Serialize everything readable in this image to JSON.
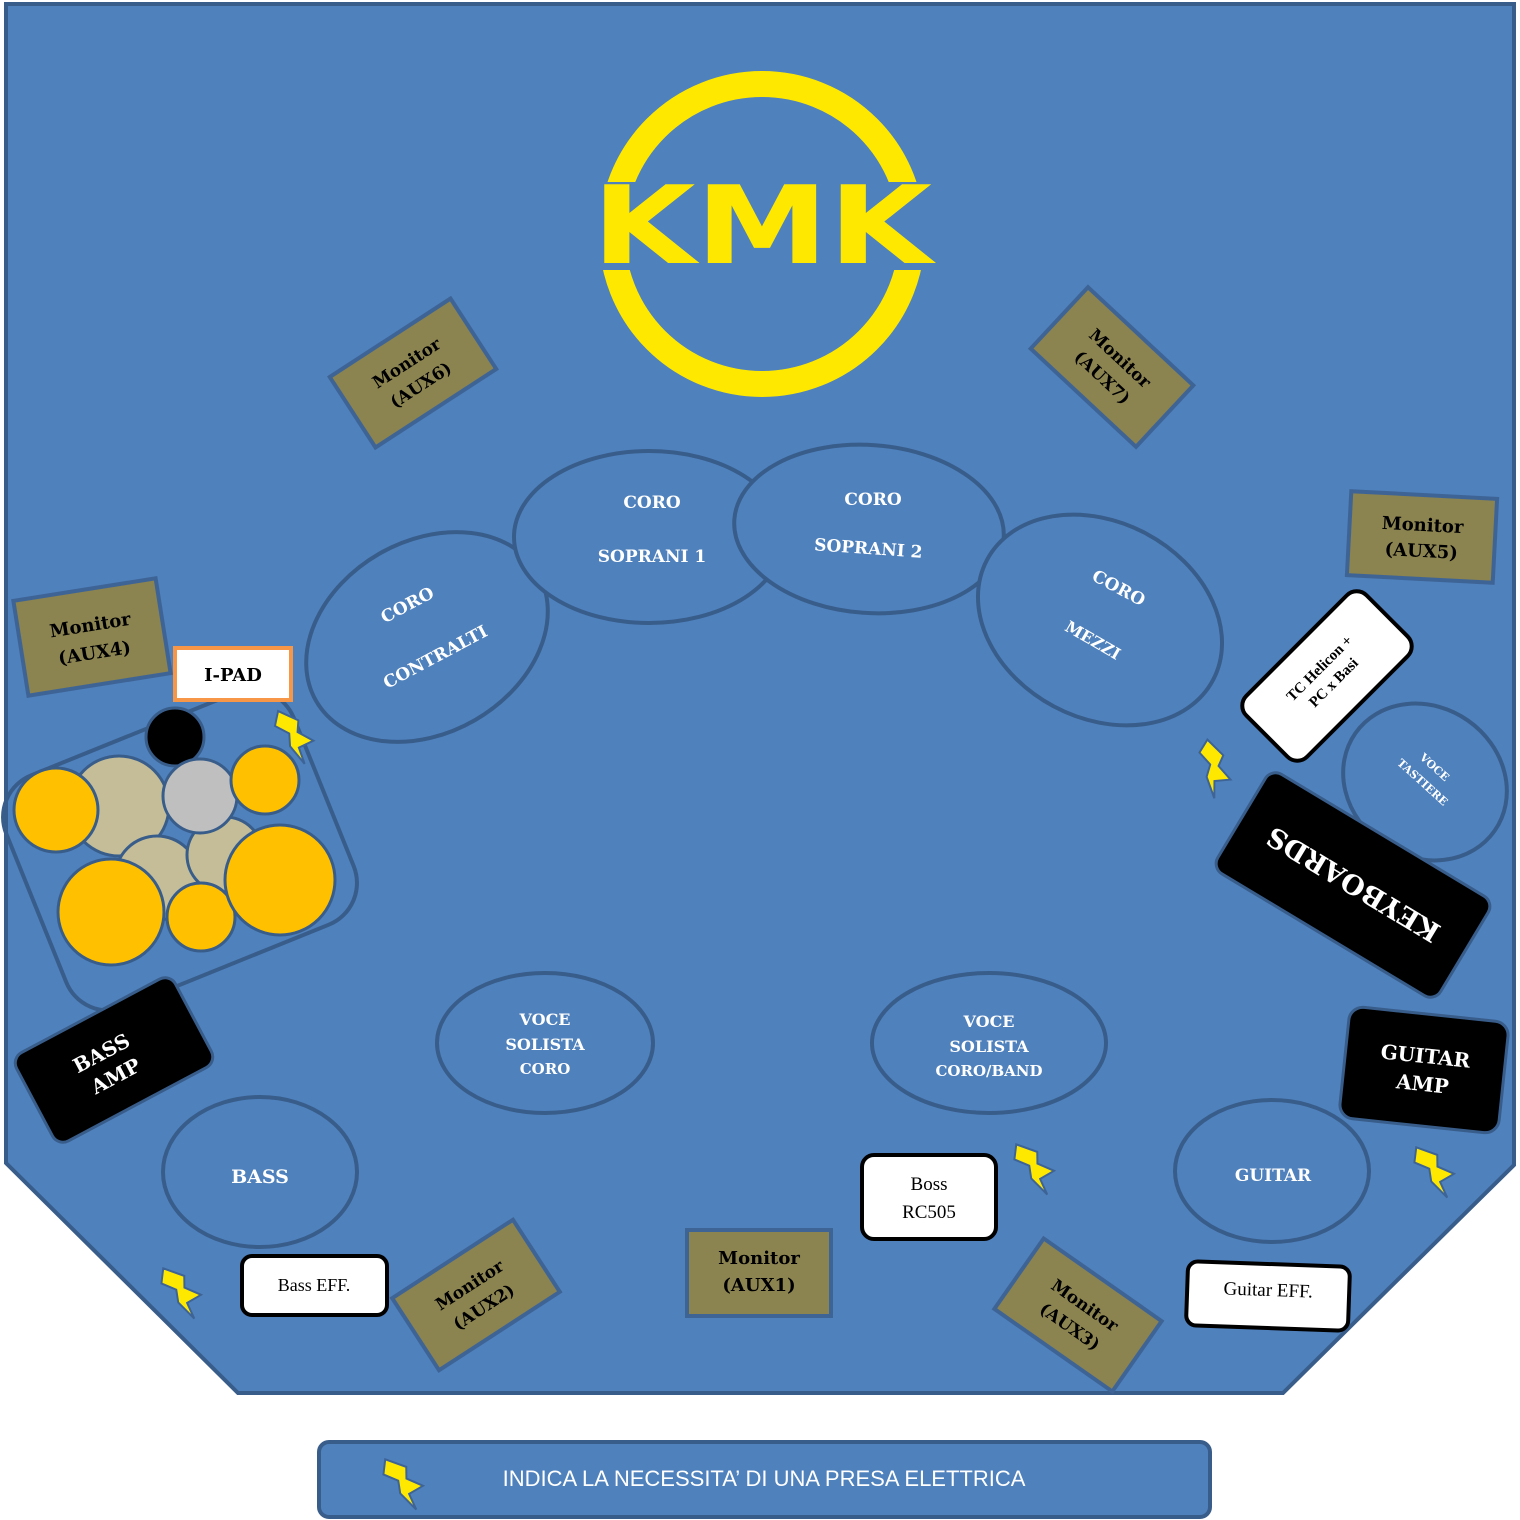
{
  "logo": {
    "text": "KMK",
    "color": "#FFE800"
  },
  "colors": {
    "stage": "#4F81BD",
    "stage_border": "#385D8A",
    "monitor": "#8B8350",
    "bolt": "#FFE800",
    "drum_orange": "#FFC000",
    "drum_tan": "#C4BD97",
    "drum_grey": "#BFBFBF"
  },
  "monitors": {
    "aux1": {
      "line1": "Monitor",
      "line2": "(AUX1)"
    },
    "aux2": {
      "line1": "Monitor",
      "line2": "(AUX2)"
    },
    "aux3": {
      "line1": "Monitor",
      "line2": "(AUX3)"
    },
    "aux4": {
      "line1": "Monitor",
      "line2": "(AUX4)"
    },
    "aux5": {
      "line1": "Monitor",
      "line2": "(AUX5)"
    },
    "aux6": {
      "line1": "Monitor",
      "line2": "(AUX6)"
    },
    "aux7": {
      "line1": "Monitor",
      "line2": "(AUX7)"
    }
  },
  "choir": {
    "contralti": {
      "line1": "CORO",
      "line2": "CONTRALTI"
    },
    "soprani1": {
      "line1": "CORO",
      "line2": "SOPRANI 1"
    },
    "soprani2": {
      "line1": "CORO",
      "line2": "SOPRANI 2"
    },
    "mezzi": {
      "line1": "CORO",
      "line2": "MEZZI"
    }
  },
  "voce_tastiere": {
    "line1": "VOCE",
    "line2": "TASTIERE"
  },
  "voce_coro": {
    "line1": "VOCE",
    "line2": "SOLISTA",
    "line3": "CORO"
  },
  "voce_band": {
    "line1": "VOCE",
    "line2": "SOLISTA",
    "line3": "CORO/BAND"
  },
  "bass_label": "BASS",
  "guitar_label": "GUITAR",
  "ipad": "I-PAD",
  "keyboards": "KEYBOARDS",
  "bass_amp": {
    "line1": "BASS",
    "line2": "AMP"
  },
  "guitar_amp": {
    "line1": "GUITAR",
    "line2": "AMP"
  },
  "tc_helicon": {
    "line1": "TC Helicon +",
    "line2": "PC x Basi"
  },
  "boss": {
    "line1": "Boss",
    "line2": "RC505"
  },
  "bass_eff": "Bass EFF.",
  "guitar_eff": "Guitar  EFF.",
  "legend": {
    "text": "INDICA LA NECESSITA’ DI UNA PRESA ELETTRICA",
    "icon": "lightning-bolt-icon"
  }
}
